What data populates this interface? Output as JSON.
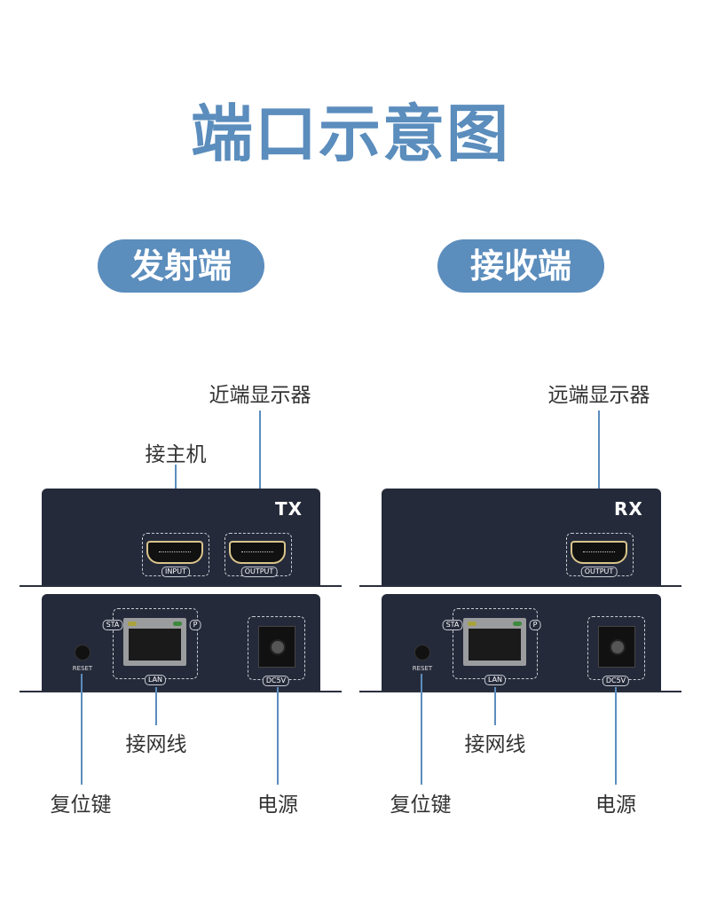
{
  "title": "端口示意图",
  "colors": {
    "accent": "#5b8dbd",
    "device": "#252a3a"
  },
  "tx": {
    "heading": "发射端",
    "logo": "TX",
    "ports": {
      "input": "INPUT",
      "output": "OUTPUT",
      "sta": "STA",
      "p": "P",
      "lan": "LAN",
      "reset": "RESET",
      "dc": "DC5V"
    },
    "labels": {
      "output": "近端显示器",
      "input": "接主机",
      "lan": "接网线",
      "reset": "复位键",
      "power": "电源"
    }
  },
  "rx": {
    "heading": "接收端",
    "logo": "RX",
    "ports": {
      "output": "OUTPUT",
      "sta": "STA",
      "p": "P",
      "lan": "LAN",
      "reset": "RESET",
      "dc": "DC5V"
    },
    "labels": {
      "output": "远端显示器",
      "lan": "接网线",
      "reset": "复位键",
      "power": "电源"
    }
  }
}
